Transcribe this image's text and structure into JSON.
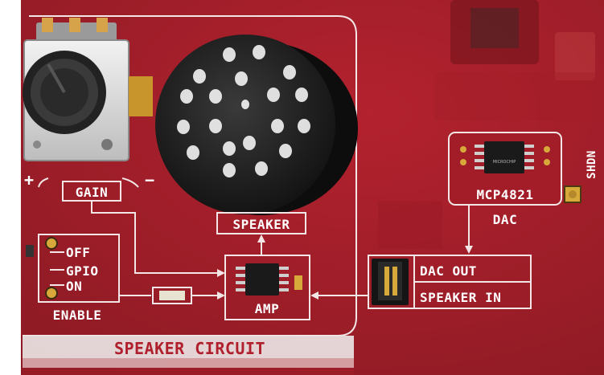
{
  "labels": {
    "plus": "+",
    "minus": "−",
    "gain": "GAIN",
    "speaker": "SPEAKER",
    "off": "OFF",
    "gpio": "GPIO",
    "on": "ON",
    "enable": "ENABLE",
    "amp": "AMP",
    "dac_chip": "MCP4821",
    "dac": "DAC",
    "shdn": "SHDN",
    "dac_out": "DAC OUT",
    "speaker_in": "SPEAKER IN",
    "chip_logo": "MICROCHIP",
    "section_title": "SPEAKER CIRCUIT"
  },
  "colors": {
    "board_red": "#b0202c",
    "board_dark": "#8a1822",
    "silkscreen": "#f2e6e6",
    "pad_gold": "#d7a93a"
  },
  "icons": {
    "potentiometer": "rotary-knob-icon",
    "speaker": "speaker-grille-icon",
    "chip": "ic-chip-icon",
    "jumper": "jumper-header-icon"
  }
}
